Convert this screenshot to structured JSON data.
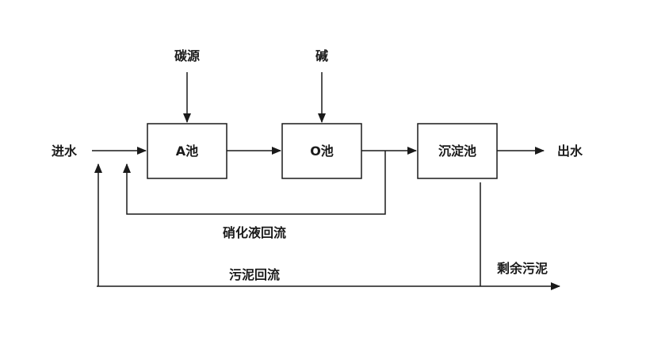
{
  "colors": {
    "line": "#1a1a1a",
    "background": "#ffffff"
  },
  "nodes": {
    "inlet": "进水",
    "a_tank": "A池",
    "o_tank": "O池",
    "clarifier": "沉淀池",
    "outlet": "出水",
    "carbon_source": "碳源",
    "alkali": "碱"
  },
  "flows": {
    "nitrate_recycle": "硝化液回流",
    "sludge_return": "污泥回流",
    "excess_sludge": "剩余污泥"
  }
}
